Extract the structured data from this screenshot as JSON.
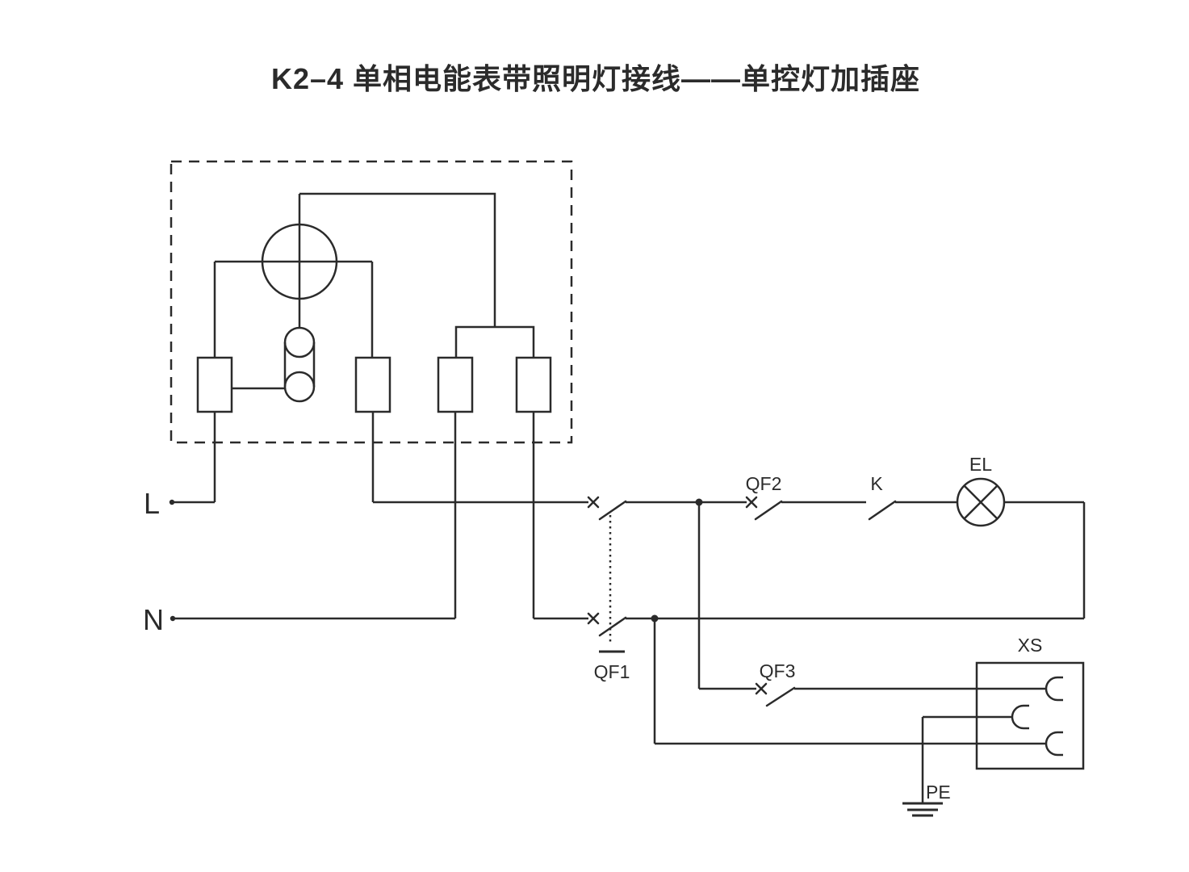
{
  "colors": {
    "background": "#ffffff",
    "ink": "#2b2b2b"
  },
  "title": "K2–4 单相电能表带照明灯接线——单控灯加插座",
  "labels": {
    "phase_line": "L",
    "neutral_line": "N",
    "main_breaker": "QF1",
    "lamp_breaker": "QF2",
    "socket_breaker": "QF3",
    "lamp_switch": "K",
    "lamp": "EL",
    "socket": "XS",
    "protective_earth": "PE"
  }
}
